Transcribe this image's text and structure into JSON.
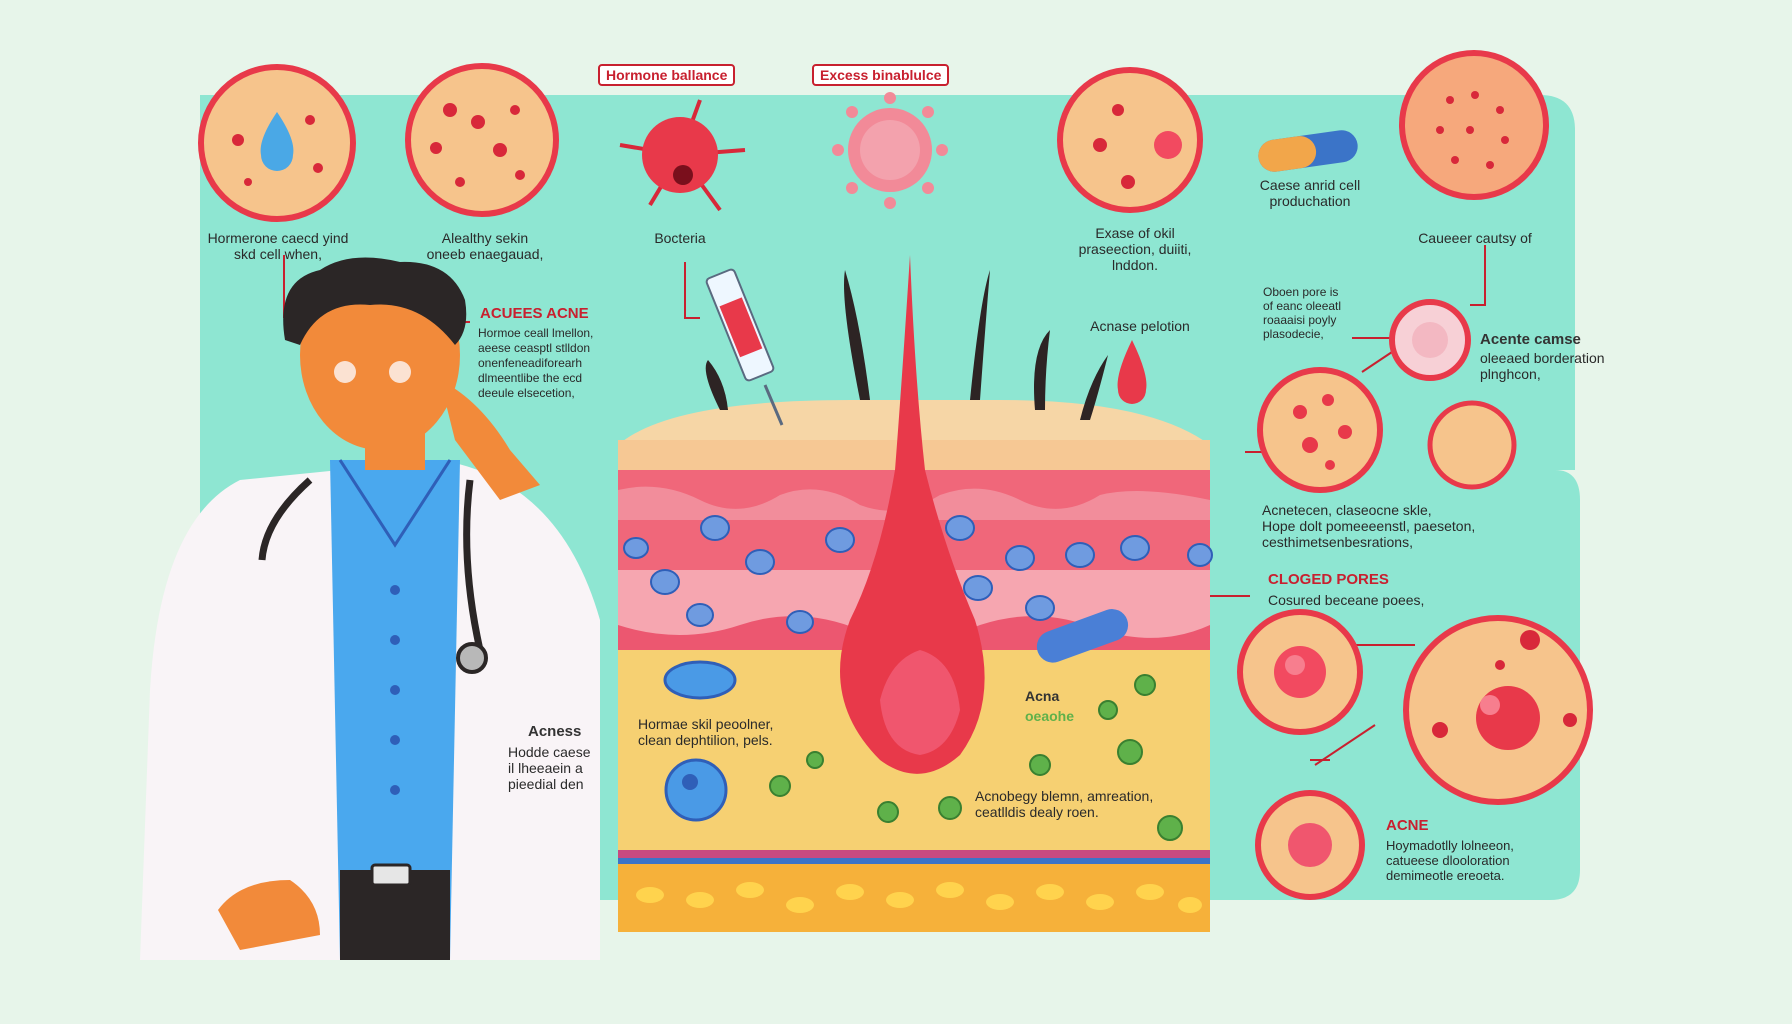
{
  "tags": {
    "hormone_balance": "Hormone ballance",
    "excess": "Excess binablulce"
  },
  "labels": {
    "top_left_1": "Hormerone caecd yind\nskd cell when,",
    "top_left_2": "Alealthy sekin\noneeb enaegauad,",
    "bacteria": "Bocteria",
    "top_mid_3": "Exase of okil\npraseection, duiiti,\nlnddon.",
    "cause_cell": "Caese anrid cell\nproduchation",
    "cause_right": "Caueeer cautsy of",
    "acne_pelotion": "Acnase pelotion",
    "oboen_pore": "Oboen pore is\nof eanc oleeatl\nroaaaisi poyly\nplasodecie,",
    "acente_cause_head": "Acente camse",
    "acente_cause_body": "oleeaed borderation\nplnghcon,",
    "acnetecen": "Acnetecen, claseocne skle,\nHope dolt pomeeeenstl, paeseton,\ncesthimetsenbesrations,",
    "clogged_head": "CLOGED PORES",
    "clogged_body": "Cosured beceane poees,",
    "acues_head": "ACUEES ACNE",
    "acues_body": "Hormoe ceall lmellon,\naeese ceasptl stlldon\nonenfeneadiforearh\ndlmeentlibe the ecd\ndeeule elsecetion,",
    "acness_head": "Acness",
    "acness_body": "Hodde caese\nil lheeaein a\npieedial den",
    "acna_head": "Acna",
    "acna_sub": "oeaohe",
    "hormae": "Hormae skil peoolner,\nclean dephtilion, pels.",
    "acnobegy": "Acnobegy blemn, amreation,\nceatlldis dealy roen.",
    "acne_head": "ACNE",
    "acne_body": "Hoymadotlly lolneeon,\ncatueese dlooloration\ndemimeotle ereoeta."
  },
  "colors": {
    "panel": "#8ee6d2",
    "accent_red": "#c8202f",
    "skin_top": "#f3d3a4",
    "dermis": "#f0677a",
    "fat": "#f6d072"
  }
}
